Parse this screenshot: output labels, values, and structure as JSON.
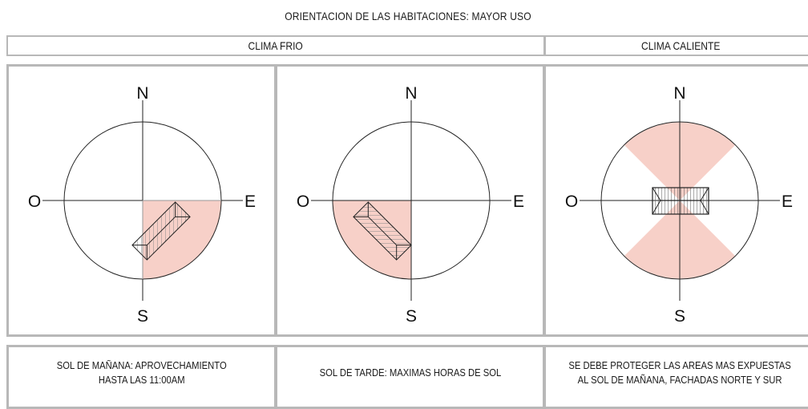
{
  "title": "ORIENTACION DE LAS HABITACIONES: MAYOR USO",
  "headers": {
    "cold": "CLIMA FRIO",
    "hot": "CLIMA CALIENTE"
  },
  "compass": {
    "n": "N",
    "s": "S",
    "e": "E",
    "o": "O"
  },
  "colors": {
    "sun_zone": "#f7d0c8",
    "border": "#b8b8b8",
    "hatch": "#888888"
  },
  "captions": {
    "panel1": [
      "SOL DE MAÑANA: APROVECHAMIENTO",
      "HASTA LAS 11:00AM"
    ],
    "panel2": [
      "SOL DE TARDE: MAXIMAS HORAS DE SOL"
    ],
    "panel3": [
      "SE DEBE PROTEGER LAS AREAS MAS EXPUESTAS",
      "AL SOL DE MAÑANA, FACHADAS NORTE Y SUR"
    ]
  }
}
